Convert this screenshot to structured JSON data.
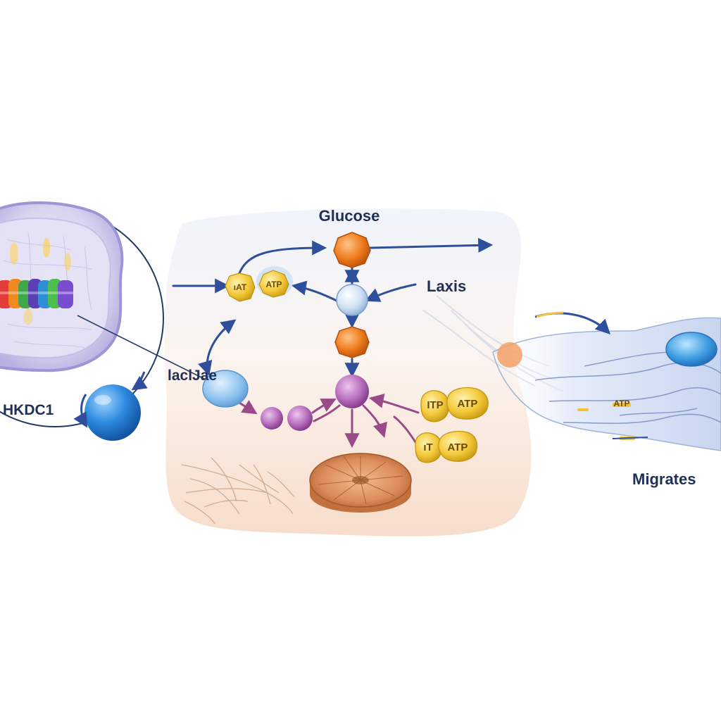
{
  "labels": {
    "glucose": "Glucose",
    "laxis": "Laxis",
    "lactase": "laclJae",
    "hkdc1": "HKDC1",
    "migrates": "Migrates"
  },
  "atp_tokens": {
    "top_left_a": "ıAT",
    "top_left_b": "ATP",
    "right_upper_a": "ITP",
    "right_upper_b": "ATP",
    "right_lower_a": "ıT",
    "right_lower_b": "ATP",
    "cell_tag": "ATP"
  },
  "colors": {
    "arrow_blue": "#2f4f9c",
    "arrow_purple": "#9a4a88",
    "glucose_orange": "#ef7a1a",
    "node_blue": "#cfe1f4",
    "node_purple": "#b56ab8",
    "atp_yellow": "#f3c93a",
    "cell_membrane": "#a9a5dd",
    "panel_blush": "#f6dcc8",
    "label_navy": "#1f2f55"
  }
}
